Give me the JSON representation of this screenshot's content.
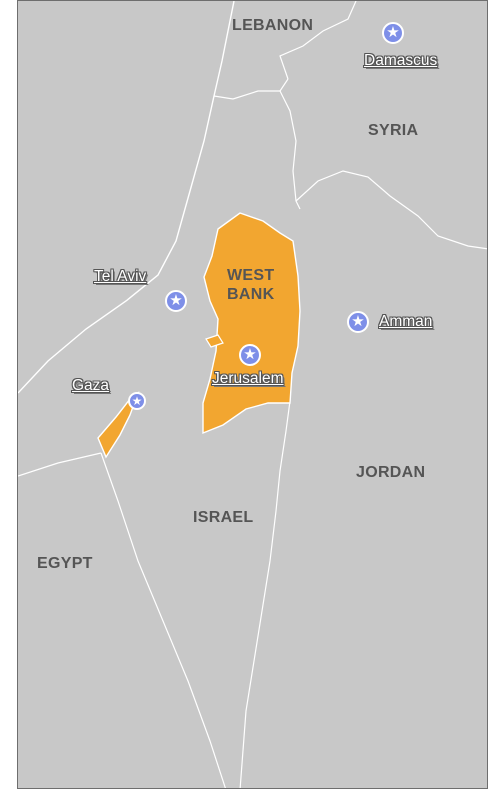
{
  "map": {
    "countries": {
      "lebanon": "LEBANON",
      "syria": "SYRIA",
      "west_bank": "WEST\nBANK",
      "jordan": "JORDAN",
      "israel": "ISRAEL",
      "egypt": "EGYPT"
    },
    "cities": {
      "damascus": "Damascus",
      "tel_aviv": "Tel Aviv",
      "amman": "Amman",
      "jerusalem": "Jerusalem",
      "gaza": "Gaza"
    },
    "marker_icon": "star-icon",
    "colors": {
      "land": "#c8c8c8",
      "border": "#ffffff",
      "highlight": "#f2a630",
      "marker": "#7e8fe8",
      "label": "#555555"
    }
  }
}
